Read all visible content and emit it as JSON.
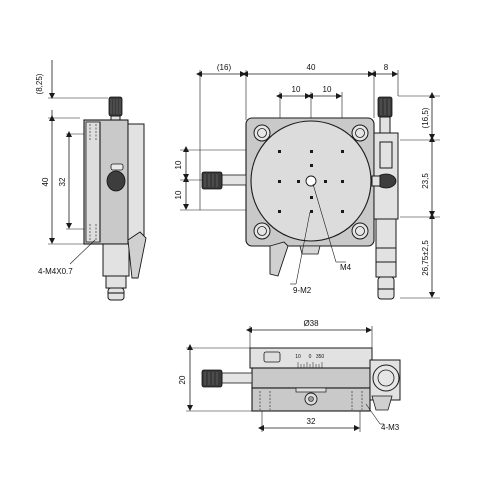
{
  "dimensions": {
    "left_top": "(8,25)",
    "left_height": "40",
    "left_inner": "32",
    "left_thread": "4-M4X0.7",
    "top_offset": "(16)",
    "top_width": "40",
    "top_right": "8",
    "top_inner_left": "10",
    "top_inner_right": "10",
    "right_top": "(16,5)",
    "right_mid": "23,5",
    "right_travel": "26,75±2,5",
    "side_upper": "10",
    "side_lower": "10",
    "label_m4": "M4",
    "label_9m2": "9-M2",
    "bottom_diameter": "Ø38",
    "bottom_height": "20",
    "bottom_width": "32",
    "bottom_thread": "4-M3",
    "scale_left": "10",
    "scale_mid": "0",
    "scale_right": "350"
  }
}
